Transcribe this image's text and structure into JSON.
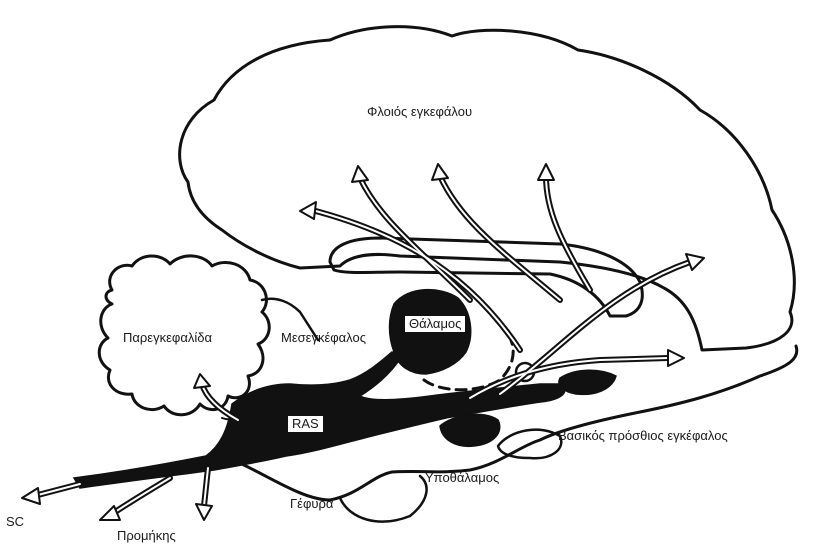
{
  "labels": {
    "cortex": "Φλοιός εγκεφάλου",
    "cerebellum": "Παρεγκεφαλίδα",
    "midbrain": "Μεσεγκέφαλος",
    "thalamus": "Θάλαμος",
    "ras": "RAS",
    "basal_forebrain": "Βασικός πρόσθιος εγκέφαλος",
    "hypothalamus": "Υποθάλαμος",
    "pons": "Γέφυρα",
    "sc": "SC",
    "medulla": "Προμήκης"
  },
  "colors": {
    "ink": "#111111",
    "background": "#ffffff"
  }
}
